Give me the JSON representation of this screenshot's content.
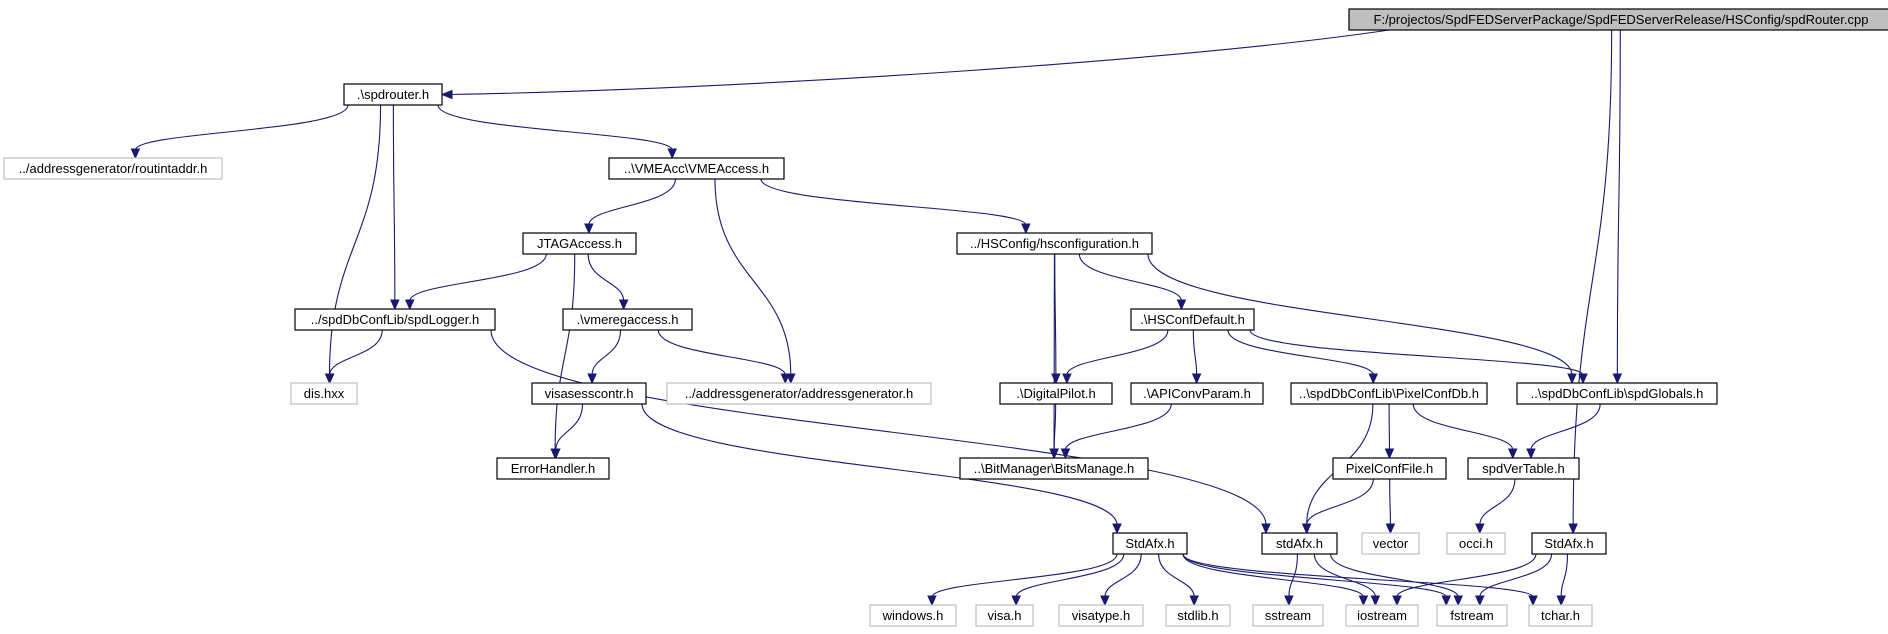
{
  "colors": {
    "edge": "#191970",
    "root_fill": "#bfbfbf",
    "node_border": "#000000",
    "external_border": "#bfbfbf",
    "text": "#000000"
  },
  "nodes": [
    {
      "id": "root",
      "label": "F:/projectos/SpdFEDServerPackage/SpdFEDServerRelease/HSConfig/spdRouter.cpp",
      "kind": "root"
    },
    {
      "id": "spdrouter",
      "label": ".\\spdrouter.h",
      "kind": "internal"
    },
    {
      "id": "routintaddr",
      "label": "../addressgenerator/routintaddr.h",
      "kind": "external"
    },
    {
      "id": "vmeaccess",
      "label": "..\\VMEAcc\\VMEAccess.h",
      "kind": "internal"
    },
    {
      "id": "jtagaccess",
      "label": "JTAGAccess.h",
      "kind": "internal"
    },
    {
      "id": "hsconfiguration",
      "label": "../HSConfig/hsconfiguration.h",
      "kind": "internal"
    },
    {
      "id": "spdlogger",
      "label": "../spdDbConfLib/spdLogger.h",
      "kind": "internal"
    },
    {
      "id": "vmeregaccess",
      "label": ".\\vmeregaccess.h",
      "kind": "internal"
    },
    {
      "id": "hsconfdefault",
      "label": ".\\HSConfDefault.h",
      "kind": "internal"
    },
    {
      "id": "dishxx",
      "label": "dis.hxx",
      "kind": "external"
    },
    {
      "id": "visasesscontr",
      "label": "visasesscontr.h",
      "kind": "internal"
    },
    {
      "id": "addressgenerator",
      "label": "../addressgenerator/addressgenerator.h",
      "kind": "external"
    },
    {
      "id": "digitalpilot",
      "label": ".\\DigitalPilot.h",
      "kind": "internal"
    },
    {
      "id": "apiconvparam",
      "label": ".\\APIConvParam.h",
      "kind": "internal"
    },
    {
      "id": "pixelconfdb",
      "label": "..\\spdDbConfLib\\PixelConfDb.h",
      "kind": "internal"
    },
    {
      "id": "spdglobals",
      "label": "..\\spdDbConfLib\\spdGlobals.h",
      "kind": "internal"
    },
    {
      "id": "errorhandler",
      "label": "ErrorHandler.h",
      "kind": "internal"
    },
    {
      "id": "bitsmanage",
      "label": "..\\BitManager\\BitsManage.h",
      "kind": "internal"
    },
    {
      "id": "pixelconffile",
      "label": "PixelConfFile.h",
      "kind": "internal"
    },
    {
      "id": "spdvertable",
      "label": "spdVerTable.h",
      "kind": "internal"
    },
    {
      "id": "stdafx_upper",
      "label": "StdAfx.h",
      "kind": "internal"
    },
    {
      "id": "stdafx_lower",
      "label": "stdAfx.h",
      "kind": "internal"
    },
    {
      "id": "vector",
      "label": "vector",
      "kind": "external"
    },
    {
      "id": "occih",
      "label": "occi.h",
      "kind": "external"
    },
    {
      "id": "stdafx_right",
      "label": "StdAfx.h",
      "kind": "internal"
    },
    {
      "id": "windowsh",
      "label": "windows.h",
      "kind": "external"
    },
    {
      "id": "visah",
      "label": "visa.h",
      "kind": "external"
    },
    {
      "id": "visatypeh",
      "label": "visatype.h",
      "kind": "external"
    },
    {
      "id": "stdlibh",
      "label": "stdlib.h",
      "kind": "external"
    },
    {
      "id": "sstream",
      "label": "sstream",
      "kind": "external"
    },
    {
      "id": "iostream",
      "label": "iostream",
      "kind": "external"
    },
    {
      "id": "fstream",
      "label": "fstream",
      "kind": "external"
    },
    {
      "id": "tcharh",
      "label": "tchar.h",
      "kind": "external"
    }
  ],
  "edges": [
    [
      "root",
      "spdrouter"
    ],
    [
      "root",
      "spdglobals"
    ],
    [
      "root",
      "stdafx_right"
    ],
    [
      "spdrouter",
      "routintaddr"
    ],
    [
      "spdrouter",
      "vmeaccess"
    ],
    [
      "spdrouter",
      "dishxx"
    ],
    [
      "spdrouter",
      "spdlogger"
    ],
    [
      "vmeaccess",
      "jtagaccess"
    ],
    [
      "vmeaccess",
      "addressgenerator"
    ],
    [
      "vmeaccess",
      "hsconfiguration"
    ],
    [
      "jtagaccess",
      "spdlogger"
    ],
    [
      "jtagaccess",
      "vmeregaccess"
    ],
    [
      "jtagaccess",
      "errorhandler"
    ],
    [
      "spdlogger",
      "dishxx"
    ],
    [
      "spdlogger",
      "stdafx_lower"
    ],
    [
      "vmeregaccess",
      "visasesscontr"
    ],
    [
      "vmeregaccess",
      "addressgenerator"
    ],
    [
      "visasesscontr",
      "errorhandler"
    ],
    [
      "visasesscontr",
      "stdafx_upper"
    ],
    [
      "hsconfiguration",
      "digitalpilot"
    ],
    [
      "hsconfiguration",
      "hsconfdefault"
    ],
    [
      "hsconfiguration",
      "spdglobals"
    ],
    [
      "hsconfiguration",
      "bitsmanage"
    ],
    [
      "hsconfdefault",
      "digitalpilot"
    ],
    [
      "hsconfdefault",
      "apiconvparam"
    ],
    [
      "hsconfdefault",
      "pixelconfdb"
    ],
    [
      "hsconfdefault",
      "spdglobals"
    ],
    [
      "digitalpilot",
      "bitsmanage"
    ],
    [
      "apiconvparam",
      "bitsmanage"
    ],
    [
      "pixelconfdb",
      "pixelconffile"
    ],
    [
      "pixelconfdb",
      "spdvertable"
    ],
    [
      "pixelconfdb",
      "stdafx_lower"
    ],
    [
      "spdglobals",
      "spdvertable"
    ],
    [
      "pixelconffile",
      "stdafx_lower"
    ],
    [
      "pixelconffile",
      "vector"
    ],
    [
      "spdvertable",
      "occih"
    ],
    [
      "stdafx_upper",
      "windowsh"
    ],
    [
      "stdafx_upper",
      "visah"
    ],
    [
      "stdafx_upper",
      "visatypeh"
    ],
    [
      "stdafx_upper",
      "stdlibh"
    ],
    [
      "stdafx_upper",
      "iostream"
    ],
    [
      "stdafx_upper",
      "fstream"
    ],
    [
      "stdafx_upper",
      "tcharh"
    ],
    [
      "stdafx_lower",
      "sstream"
    ],
    [
      "stdafx_lower",
      "iostream"
    ],
    [
      "stdafx_lower",
      "fstream"
    ],
    [
      "stdafx_right",
      "iostream"
    ],
    [
      "stdafx_right",
      "fstream"
    ],
    [
      "stdafx_right",
      "tcharh"
    ]
  ]
}
